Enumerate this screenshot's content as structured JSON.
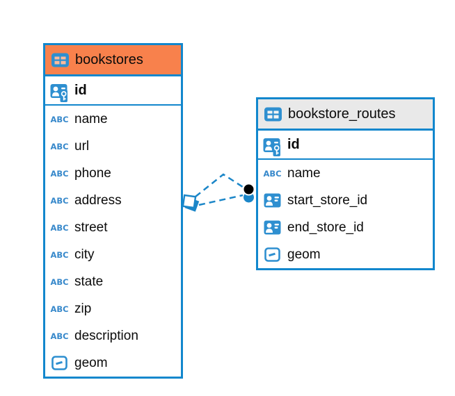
{
  "diagram": {
    "background": "#ffffff",
    "accent_blue": "#1287cd",
    "icon_blue": "#2e8fd0",
    "relation_color": "#1b86c8"
  },
  "icons": {
    "table-icon": "blue grid table glyph",
    "primary-key-icon": "id badge with key",
    "foreign-key-icon": "id badge",
    "text-type-icon": "ABC",
    "geometry-type-icon": "outlined box with line segment"
  },
  "tables": [
    {
      "name": "bookstores",
      "header_color": "#f8814c",
      "columns": [
        {
          "name": "id",
          "type": "primary-key"
        },
        {
          "name": "name",
          "type": "text"
        },
        {
          "name": "url",
          "type": "text"
        },
        {
          "name": "phone",
          "type": "text"
        },
        {
          "name": "address",
          "type": "text"
        },
        {
          "name": "street",
          "type": "text"
        },
        {
          "name": "city",
          "type": "text"
        },
        {
          "name": "state",
          "type": "text"
        },
        {
          "name": "zip",
          "type": "text"
        },
        {
          "name": "description",
          "type": "text"
        },
        {
          "name": "geom",
          "type": "geometry"
        }
      ]
    },
    {
      "name": "bookstore_routes",
      "header_color": "#e9e9e9",
      "columns": [
        {
          "name": "id",
          "type": "primary-key"
        },
        {
          "name": "name",
          "type": "text"
        },
        {
          "name": "start_store_id",
          "type": "foreign-key"
        },
        {
          "name": "end_store_id",
          "type": "foreign-key"
        },
        {
          "name": "geom",
          "type": "geometry"
        }
      ]
    }
  ],
  "relations": {
    "style": "dashed",
    "color": "#1b86c8",
    "links": [
      {
        "from": "bookstore_routes",
        "to": "bookstores"
      },
      {
        "from": "bookstore_routes",
        "to": "bookstores"
      }
    ]
  }
}
